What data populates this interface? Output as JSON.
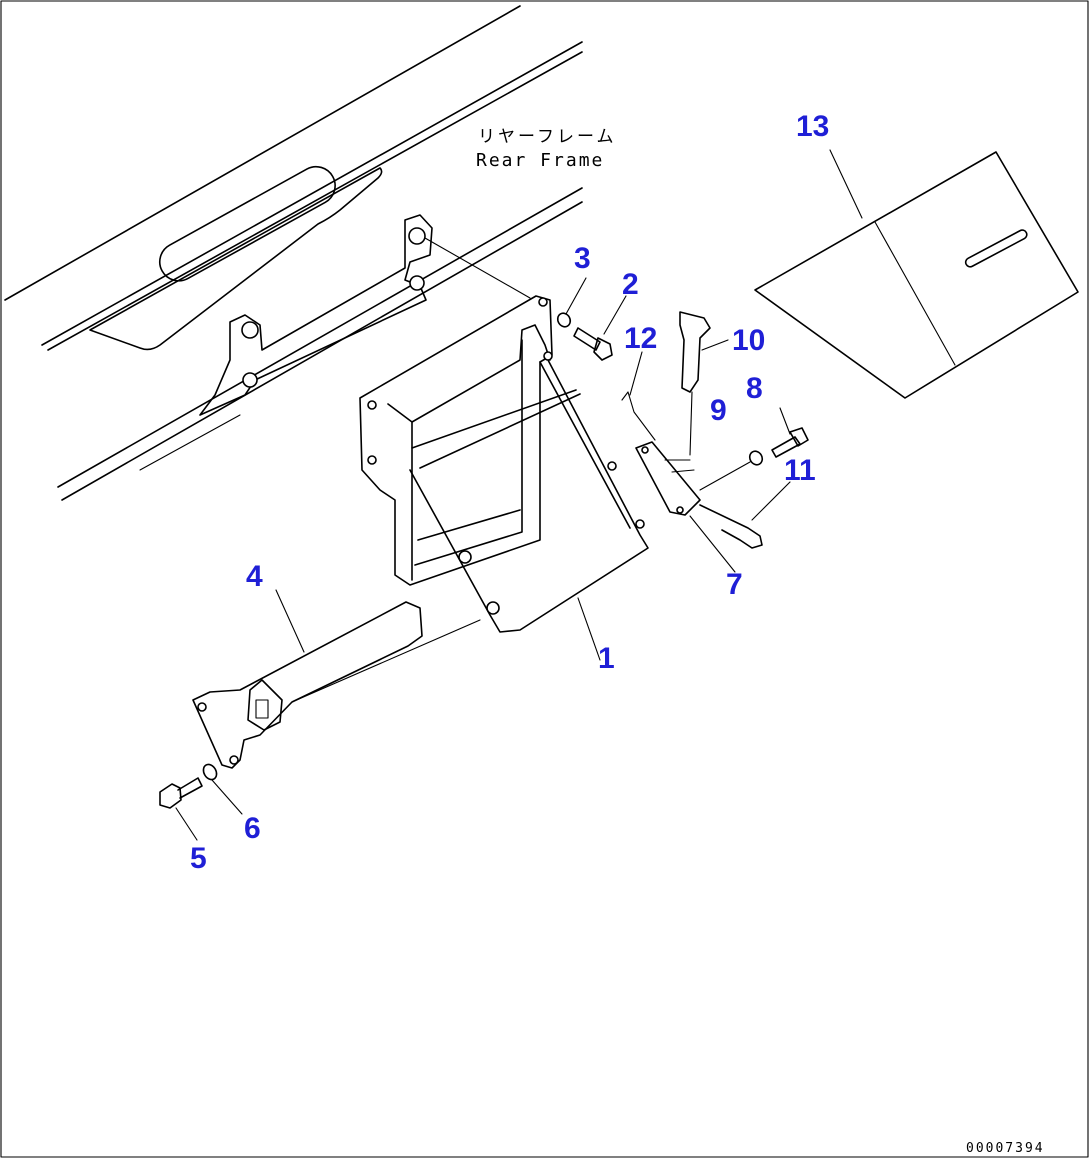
{
  "frame_label": {
    "japanese": "リヤーフレーム",
    "english": "Rear Frame"
  },
  "callouts": {
    "c1": "1",
    "c2": "2",
    "c3": "3",
    "c4": "4",
    "c5": "5",
    "c6": "6",
    "c7": "7",
    "c8": "8",
    "c9": "9",
    "c10": "10",
    "c11": "11",
    "c12": "12",
    "c13": "13"
  },
  "drawing_code": "00007394",
  "colors": {
    "callout": "#1f1fd6",
    "lines": "#000000",
    "background": "#ffffff"
  }
}
